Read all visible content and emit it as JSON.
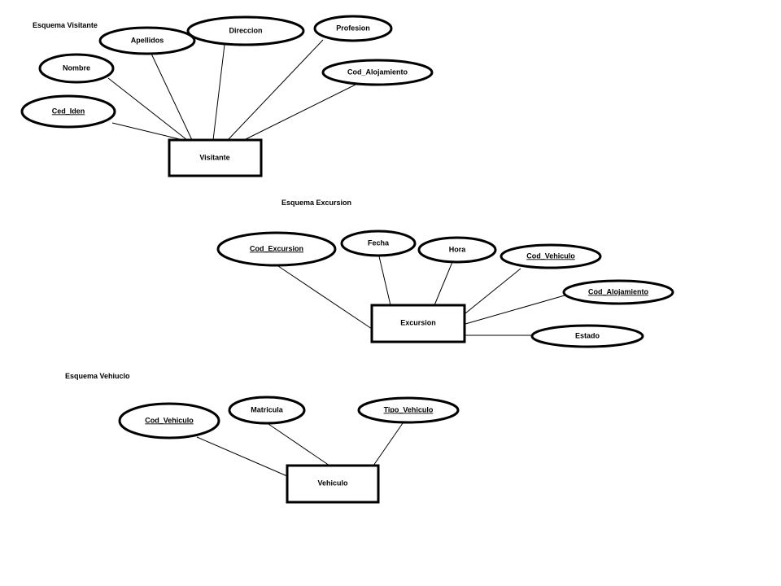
{
  "schemas": [
    {
      "title": "Esquema Visitante",
      "entity": "Visitante",
      "attributes": [
        {
          "label": "Ced_Iden",
          "key": true
        },
        {
          "label": "Nombre",
          "key": false
        },
        {
          "label": "Apellidos",
          "key": false
        },
        {
          "label": "Direccion",
          "key": false
        },
        {
          "label": "Profesion",
          "key": false
        },
        {
          "label": "Cod_Alojamiento",
          "key": false
        }
      ]
    },
    {
      "title": "Esquema  Excursion",
      "entity": "Excursion",
      "attributes": [
        {
          "label": "Cod_Excursion",
          "key": true
        },
        {
          "label": "Fecha",
          "key": false
        },
        {
          "label": "Hora",
          "key": false
        },
        {
          "label": "Cod_Vehiculo",
          "key": true
        },
        {
          "label": "Cod_Alojamiento",
          "key": true
        },
        {
          "label": "Estado",
          "key": false
        }
      ]
    },
    {
      "title": "Esquema  Vehiuclo",
      "entity": "Vehiculo",
      "attributes": [
        {
          "label": "Cod_Vehiculo",
          "key": true
        },
        {
          "label": "Matricula",
          "key": false
        },
        {
          "label": "Tipo_Vehiculo",
          "key": true
        }
      ]
    }
  ]
}
